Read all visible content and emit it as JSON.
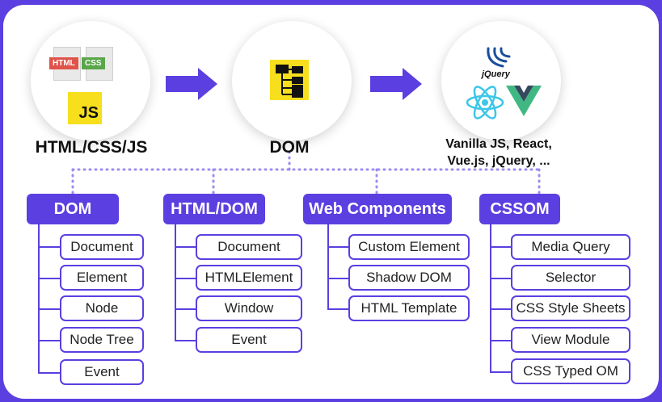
{
  "top": {
    "html_css_js": {
      "caption": "HTML/CSS/JS",
      "html_tag": "HTML",
      "css_tag": "CSS",
      "js_tag": "JS"
    },
    "dom": {
      "caption": "DOM"
    },
    "frameworks": {
      "caption_line1": "Vanilla JS, React,",
      "caption_line2": "Vue.js, jQuery, ...",
      "jquery_logo_text": "jQuery"
    }
  },
  "categories": [
    {
      "title": "DOM",
      "items": [
        "Document",
        "Element",
        "Node",
        "Node Tree",
        "Event"
      ]
    },
    {
      "title": "HTML/DOM",
      "items": [
        "Document",
        "HTMLElement",
        "Window",
        "Event"
      ]
    },
    {
      "title": "Web Components",
      "items": [
        "Custom Element",
        "Shadow DOM",
        "HTML Template"
      ]
    },
    {
      "title": "CSSOM",
      "items": [
        "Media Query",
        "Selector",
        "CSS Style Sheets",
        "View Module",
        "CSS Typed OM"
      ]
    }
  ],
  "colors": {
    "accent": "#5b3fe0",
    "arrow": "#5b3fe0",
    "html_tag": "#e0534a",
    "css_tag": "#5aa64a",
    "js_bg": "#f7df1e",
    "react": "#3cc6e8",
    "vue_green": "#41b883",
    "vue_dark": "#35495e"
  }
}
